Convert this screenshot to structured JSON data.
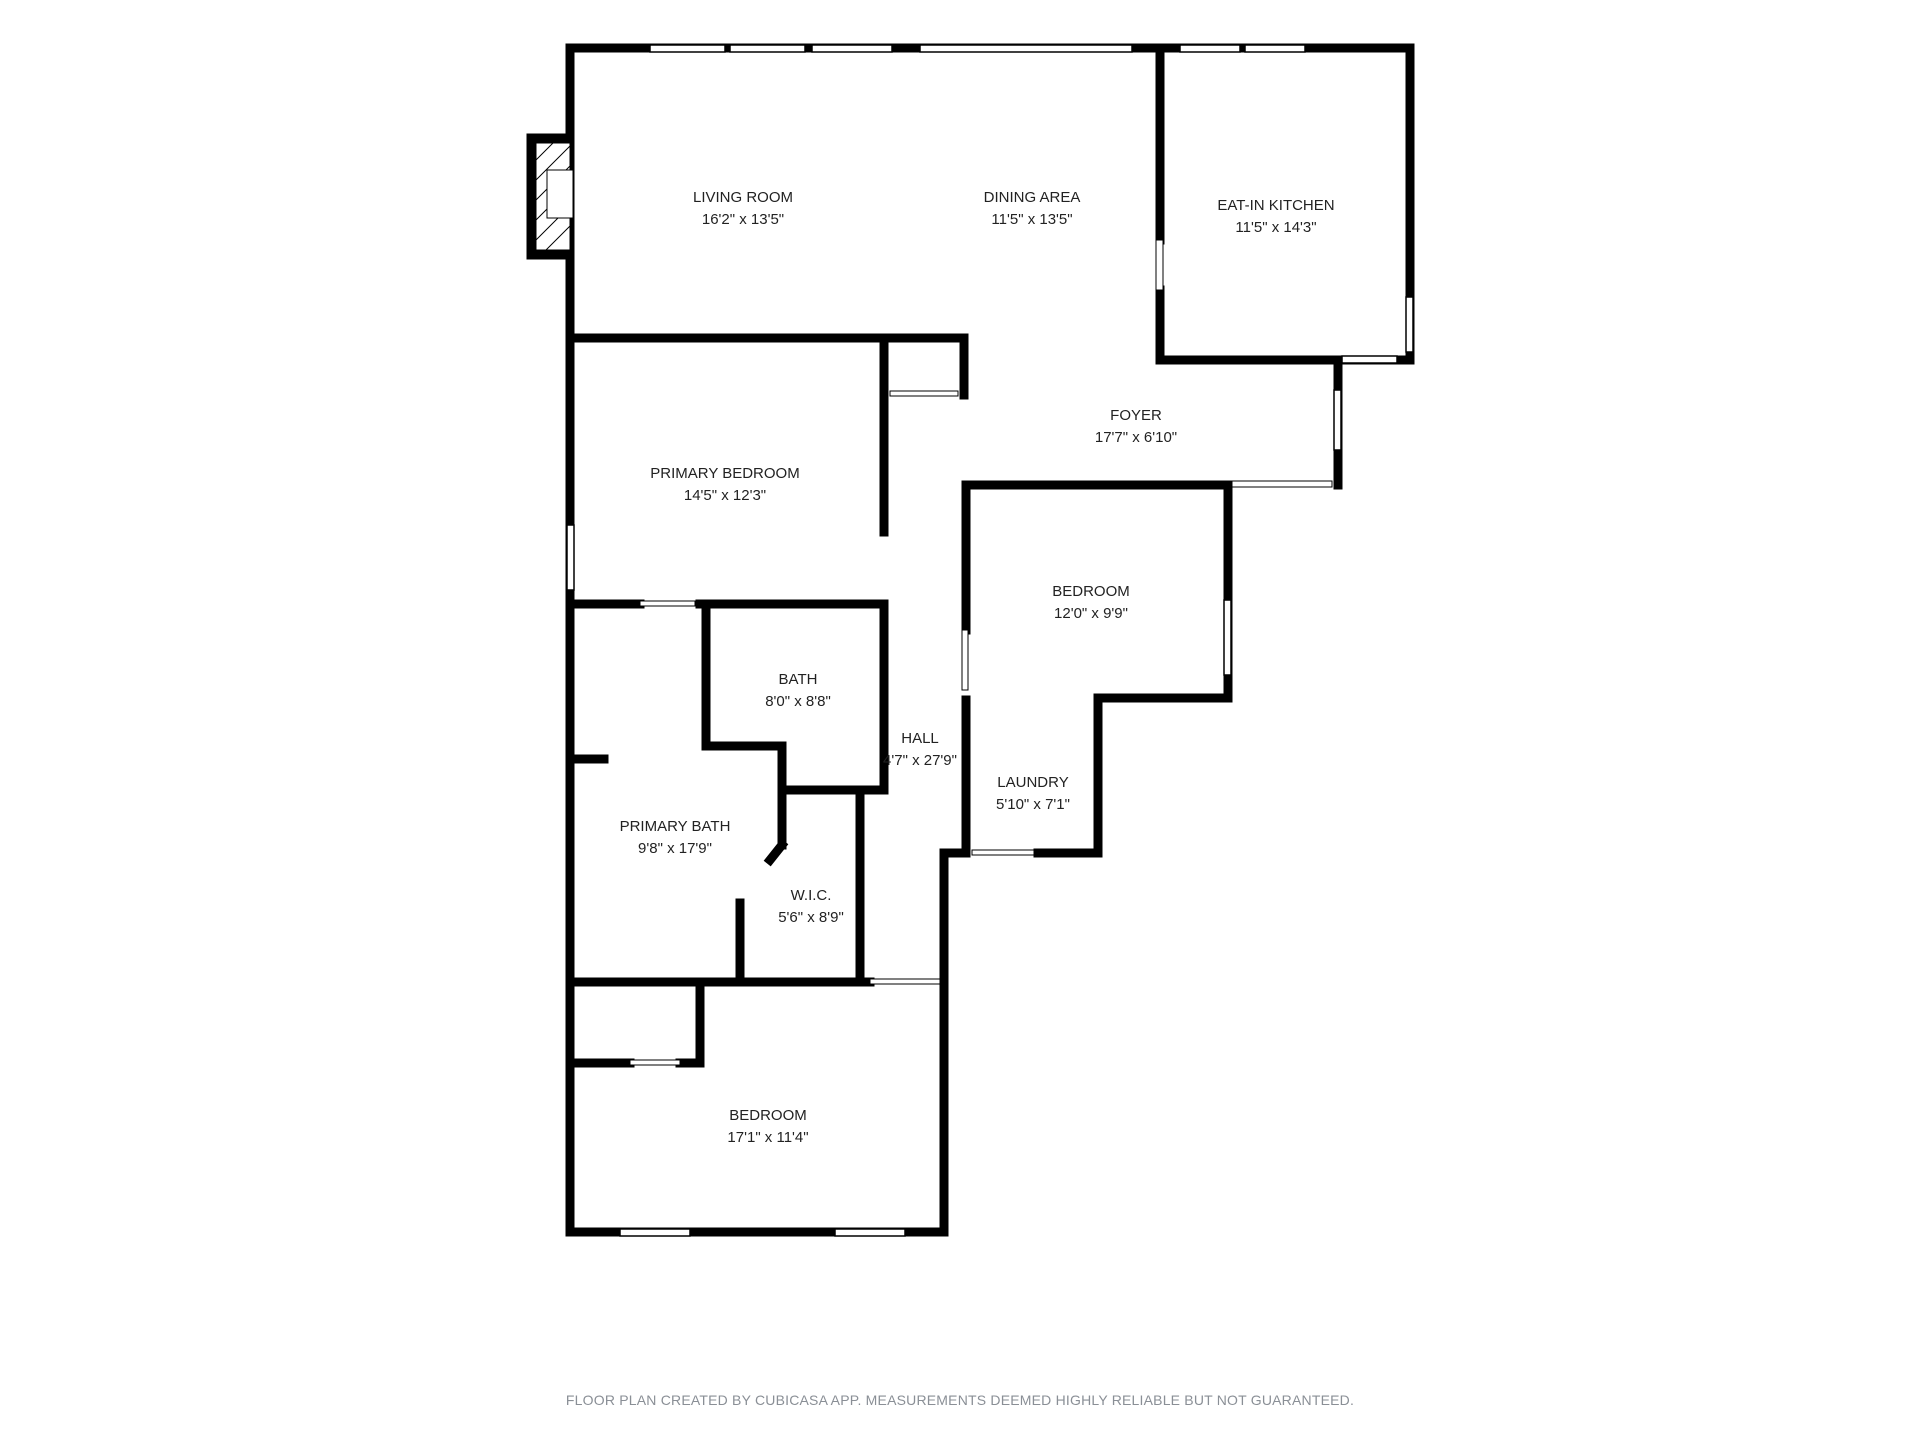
{
  "rooms": {
    "living_room": {
      "name": "LIVING ROOM",
      "dim": "16'2\" x 13'5\""
    },
    "dining_area": {
      "name": "DINING AREA",
      "dim": "11'5\" x 13'5\""
    },
    "kitchen": {
      "name": "EAT-IN KITCHEN",
      "dim": "11'5\" x 14'3\""
    },
    "primary_bedroom": {
      "name": "PRIMARY BEDROOM",
      "dim": "14'5\" x 12'3\""
    },
    "foyer": {
      "name": "FOYER",
      "dim": "17'7\" x 6'10\""
    },
    "bedroom_2": {
      "name": "BEDROOM",
      "dim": "12'0\" x 9'9\""
    },
    "bath": {
      "name": "BATH",
      "dim": "8'0\" x 8'8\""
    },
    "hall": {
      "name": "HALL",
      "dim": "4'7\" x 27'9\""
    },
    "laundry": {
      "name": "LAUNDRY",
      "dim": "5'10\" x 7'1\""
    },
    "primary_bath": {
      "name": "PRIMARY BATH",
      "dim": "9'8\" x 17'9\""
    },
    "wic": {
      "name": "W.I.C.",
      "dim": "5'6\" x 8'9\""
    },
    "bedroom_3": {
      "name": "BEDROOM",
      "dim": "17'1\" x 11'4\""
    }
  },
  "footer": "FLOOR PLAN CREATED BY CUBICASA APP. MEASUREMENTS DEEMED HIGHLY RELIABLE BUT NOT GUARANTEED.",
  "colors": {
    "wall": "#000000",
    "window": "#ffffff",
    "label": "#222222",
    "footer": "#8a8f96"
  }
}
